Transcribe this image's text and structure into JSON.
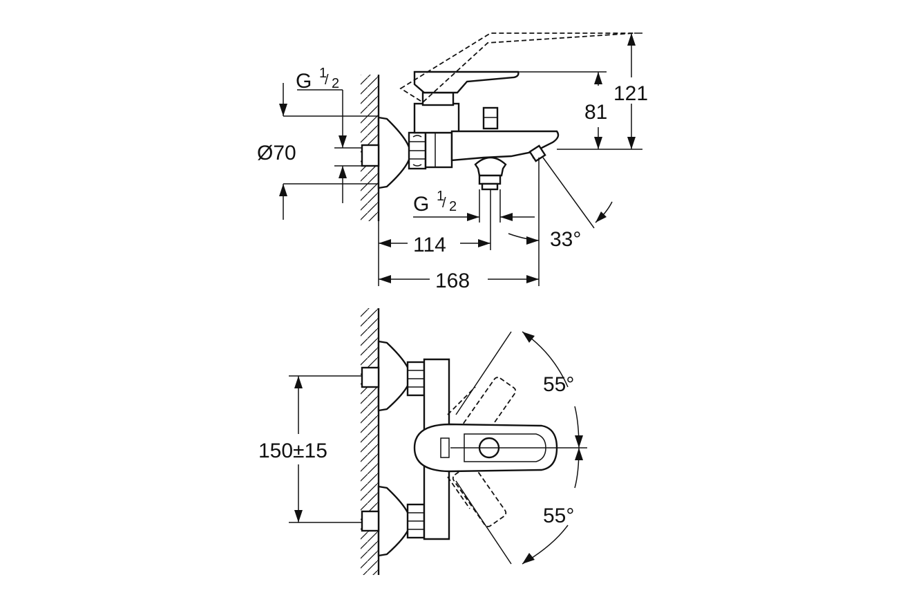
{
  "dimensions": {
    "g_half_top": {
      "letter": "G",
      "num": "1",
      "den": "2"
    },
    "diameter": "Ø70",
    "g_half_bottom": {
      "letter": "G",
      "num": "1",
      "den": "2"
    },
    "d114": "114",
    "d168": "168",
    "d81": "81",
    "d121": "121",
    "angle_spout": "33°",
    "angle_upper": "55°",
    "angle_lower": "55°",
    "spacing": "150±15"
  }
}
